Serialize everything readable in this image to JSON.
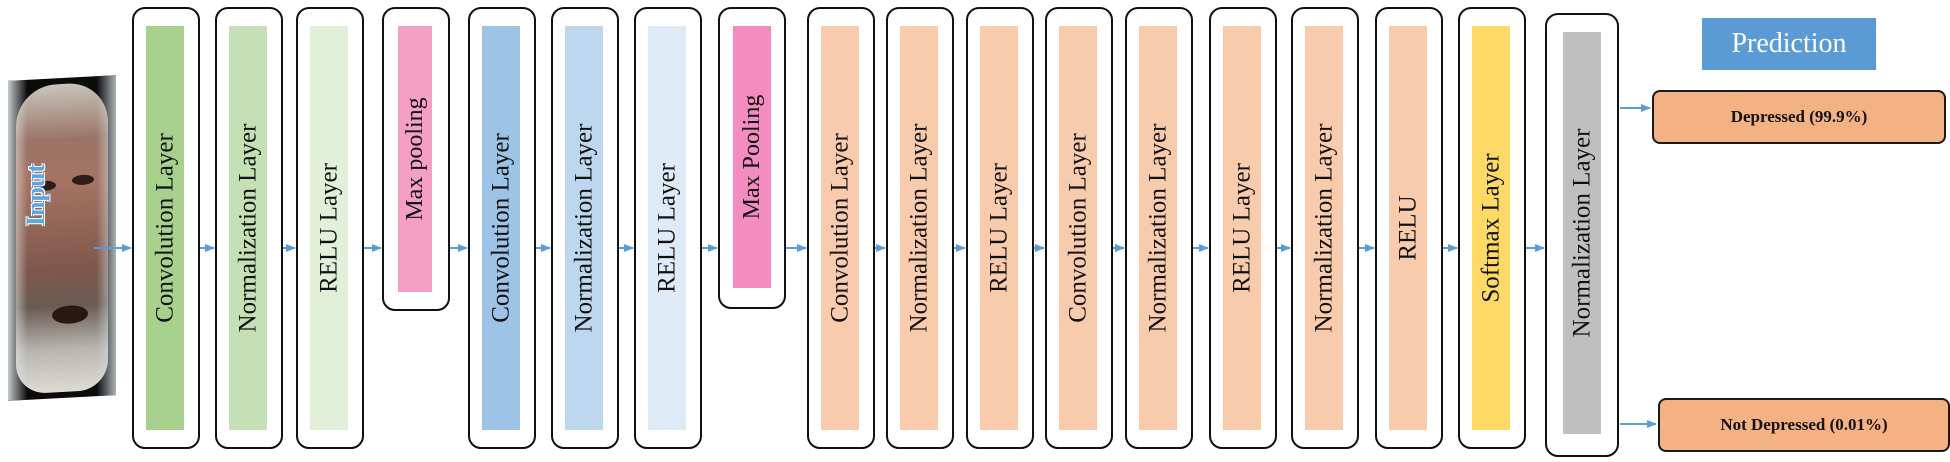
{
  "input_label": "Input",
  "prediction_label": "Prediction",
  "layers": [
    {
      "label": "Convolution Layer",
      "color": "#a9d18e"
    },
    {
      "label": "Normalization Layer",
      "color": "#c5e0b4"
    },
    {
      "label": "RELU Layer",
      "color": "#e2f0d9"
    },
    {
      "label": "Max pooling",
      "color": "#f59fc5"
    },
    {
      "label": "Convolution Layer",
      "color": "#9dc3e6"
    },
    {
      "label": "Normalization Layer",
      "color": "#bdd7ee"
    },
    {
      "label": "RELU Layer",
      "color": "#deebf7"
    },
    {
      "label": "Max Pooling",
      "color": "#f38cbf"
    },
    {
      "label": "Convolution Layer",
      "color": "#f8cbad"
    },
    {
      "label": "Normalization Layer",
      "color": "#f8cbad"
    },
    {
      "label": "RELU Layer",
      "color": "#f8cbad"
    },
    {
      "label": "Convolution Layer",
      "color": "#f8cbad"
    },
    {
      "label": "Normalization Layer",
      "color": "#f8cbad"
    },
    {
      "label": "RELU Layer",
      "color": "#f8cbad"
    },
    {
      "label": "Normalization Layer",
      "color": "#f8cbad"
    },
    {
      "label": "RELU",
      "color": "#f8cbad"
    },
    {
      "label": "Softmax Layer",
      "color": "#ffd966"
    },
    {
      "label": "Normalization Layer",
      "color": "#bfbfbf"
    }
  ],
  "outputs": {
    "depressed": "Depressed (99.9%)",
    "not_depressed": "Not Depressed (0.01%)"
  },
  "colors": {
    "arrow": "#5b9bd5",
    "box_border": "#111111",
    "output_fill": "#f4b183",
    "prediction_fill": "#5b9bd5"
  }
}
